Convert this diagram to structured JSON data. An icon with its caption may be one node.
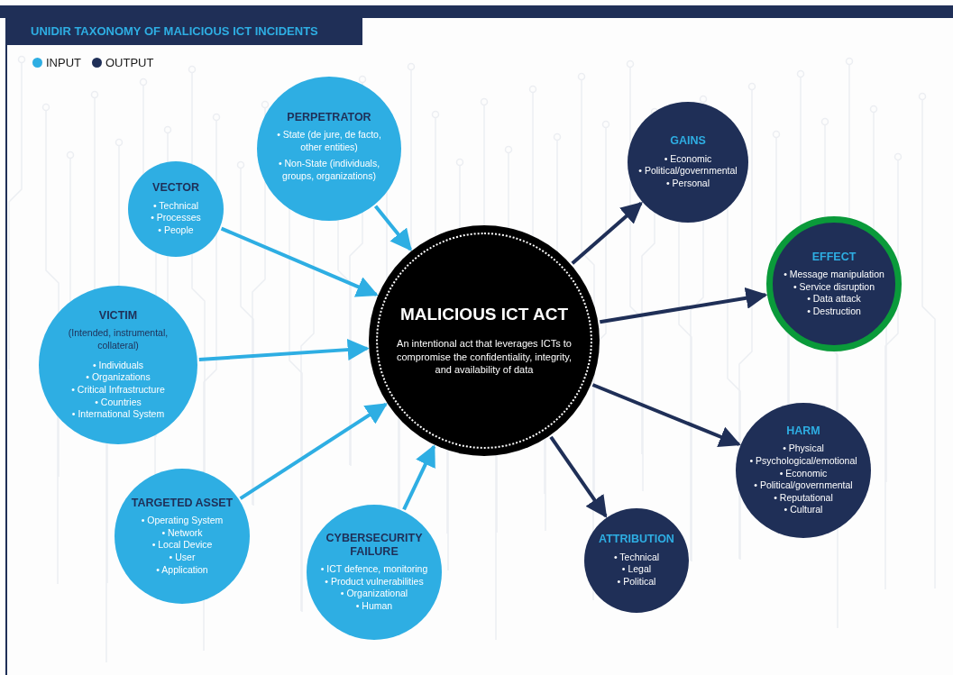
{
  "diagram": {
    "title": "UNIDIR TAXONOMY OF MALICIOUS ICT INCIDENTS",
    "nodes": [
      {
        "text": [
          "PERPETRATOR",
          "• State (de jure, de facto, other entities)",
          "• Non-State (individuals, groups, organizations)"
        ]
      },
      {
        "text": [
          "VECTOR",
          "• Technical",
          "• Processes",
          "• People"
        ]
      },
      {
        "text": [
          "VICTIM",
          "(Intended, instrumental, collateral)",
          "• Individuals",
          "• Organizations",
          "• Critical Infrastructure",
          "• Countries",
          "• International System"
        ]
      },
      {
        "text": [
          "TARGETED ASSET",
          "• Operating System",
          "• Network",
          "• Local Device",
          "• User",
          "• Application"
        ]
      },
      {
        "text": [
          "CYBERSECURITY FAILURE",
          "• ICT defence, monitoring",
          "• Product vulnerabilities",
          "• Organizational",
          "• Human"
        ]
      },
      {
        "text": [
          "MALICIOUS ICT ACT",
          "An intentional act that leverages ICTs to compromise the confidentiality, integrity, and availability of data"
        ]
      },
      {
        "text": [
          "GAINS",
          "• Economic",
          "• Political/governmental",
          "• Personal"
        ]
      },
      {
        "text": [
          "EFFECT",
          "• Message manipulation",
          "• Service disruption",
          "• Data attack",
          "• Destruction"
        ]
      },
      {
        "text": [
          "HARM",
          "• Physical",
          "• Psychological/emotional",
          "• Economic",
          "• Political/governmental",
          "• Reputational",
          "• Cultural"
        ]
      },
      {
        "text": [
          "ATTRIBUTION",
          "• Technical",
          "• Legal",
          "• Political"
        ]
      }
    ],
    "edges": [
      {
        "from": 0,
        "to": 5,
        "arrow": "to"
      },
      {
        "from": 1,
        "to": 5,
        "arrow": "to"
      },
      {
        "from": 2,
        "to": 5,
        "arrow": "to"
      },
      {
        "from": 3,
        "to": 5,
        "arrow": "to"
      },
      {
        "from": 4,
        "to": 5,
        "arrow": "to"
      },
      {
        "from": 5,
        "to": 6,
        "arrow": "to",
        "color": "#1f2f57"
      },
      {
        "from": 5,
        "to": 7,
        "arrow": "to",
        "color": "#1f2f57"
      },
      {
        "from": 5,
        "to": 8,
        "arrow": "to",
        "color": "#1f2f57"
      },
      {
        "from": 5,
        "to": 9,
        "arrow": "to",
        "color": "#1f2f57"
      }
    ],
    "legend": [
      {
        "text": "INPUT",
        "color": "#2eaee3"
      },
      {
        "text": "OUTPUT",
        "color": "#1f2f57"
      }
    ]
  }
}
